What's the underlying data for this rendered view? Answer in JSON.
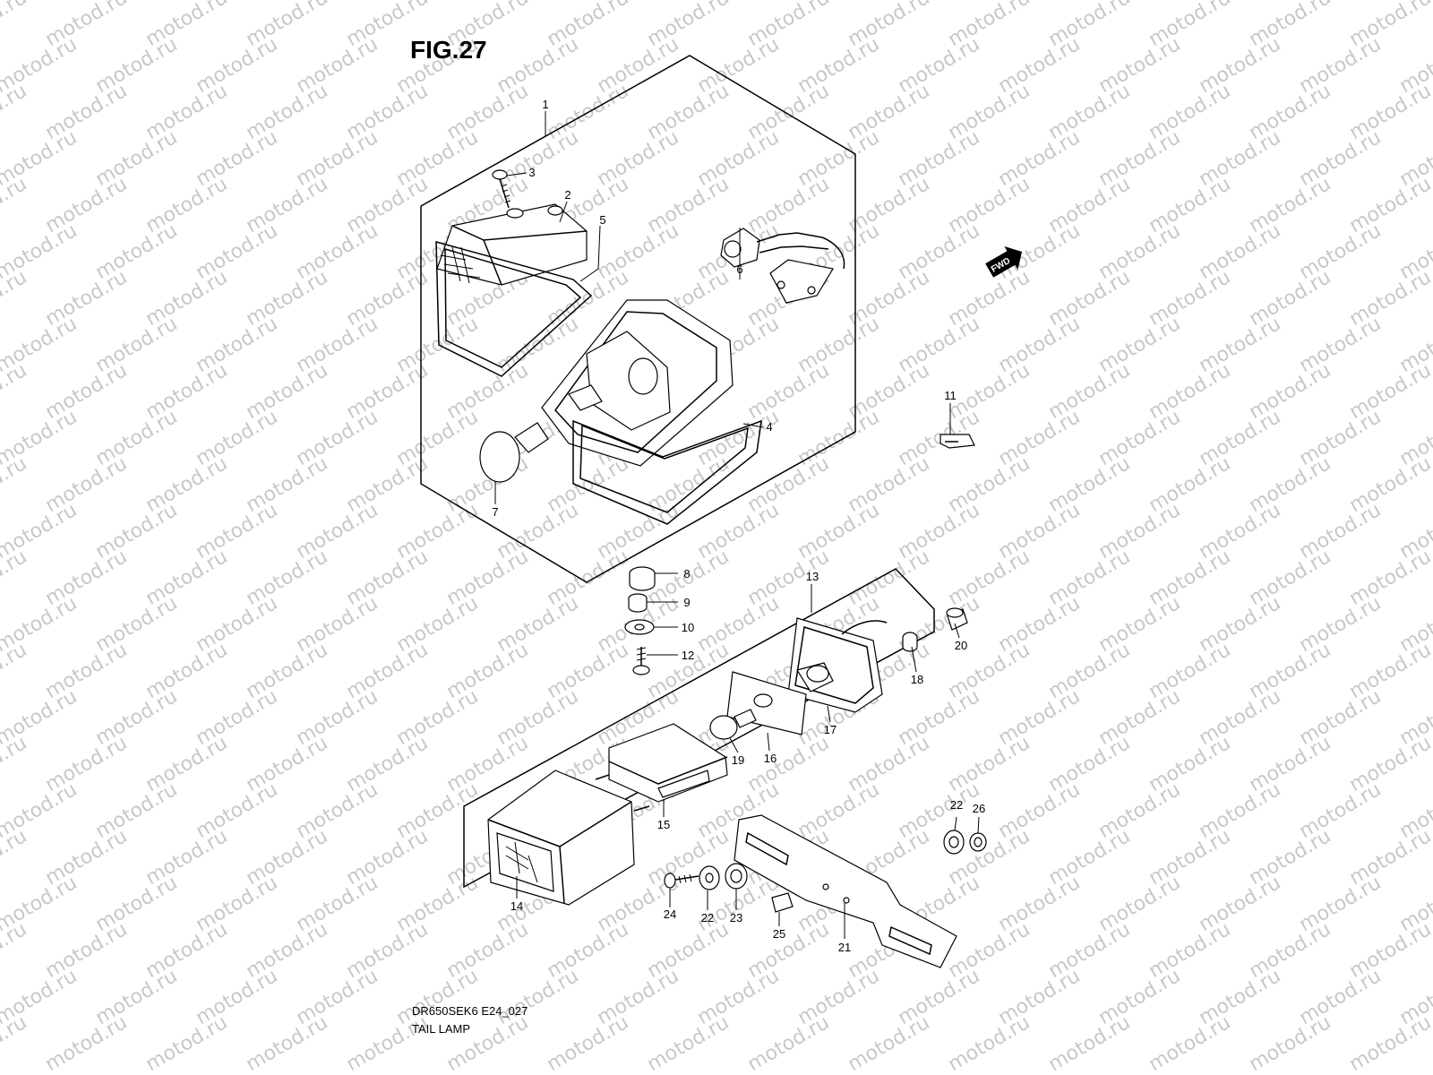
{
  "figure_label": "FIG.27",
  "diagram_code": "DR650SEK6 E24_027",
  "diagram_title": "TAIL LAMP",
  "forward_marker": "FWD",
  "watermark_text": "motod.ru",
  "callouts": {
    "c1": "1",
    "c2": "2",
    "c3": "3",
    "c4": "4",
    "c5": "5",
    "c6": "6",
    "c7": "7",
    "c8": "8",
    "c9": "9",
    "c10": "10",
    "c11": "11",
    "c12": "12",
    "c13": "13",
    "c14": "14",
    "c15": "15",
    "c16": "16",
    "c17": "17",
    "c18": "18",
    "c19": "19",
    "c20": "20",
    "c21": "21",
    "c22a": "22",
    "c22b": "22",
    "c23": "23",
    "c24": "24",
    "c25": "25",
    "c26": "26"
  }
}
